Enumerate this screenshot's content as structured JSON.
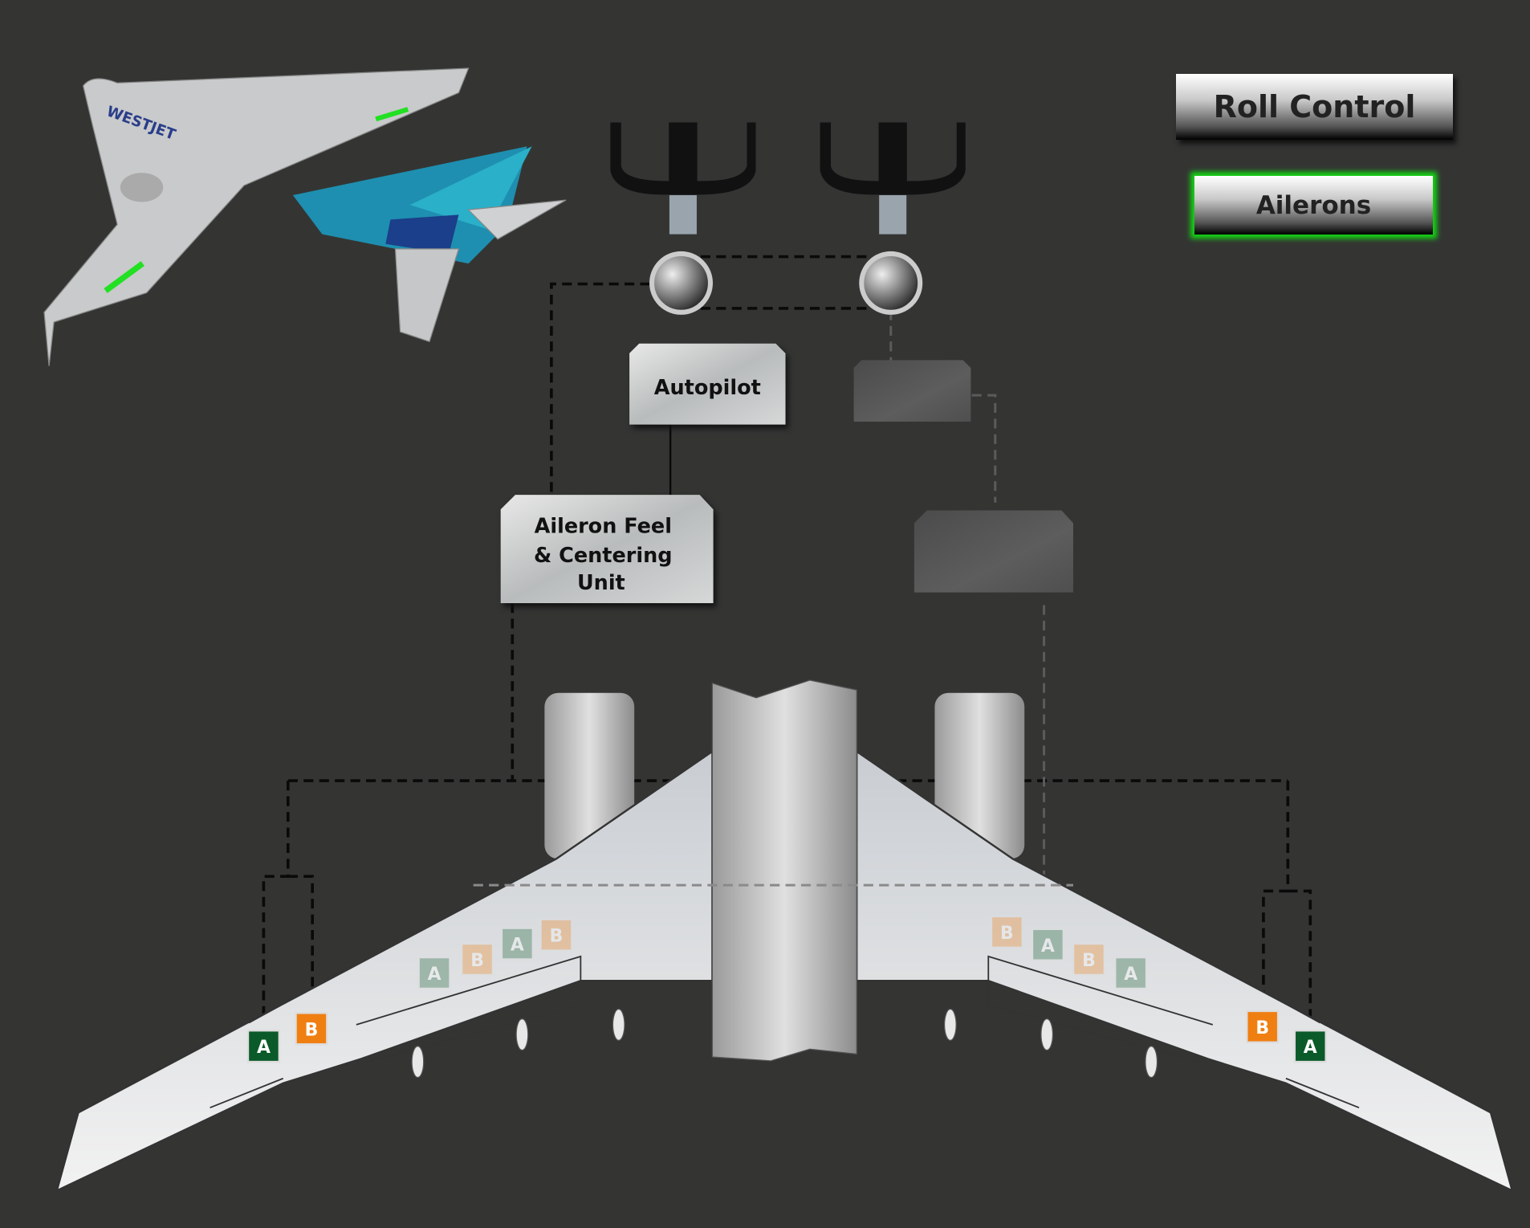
{
  "buttons": {
    "roll_control": "Roll Control",
    "ailerons": "Ailerons"
  },
  "boxes": {
    "autopilot": "Autopilot",
    "feel_unit_lines": [
      "Aileron Feel",
      "& Centering",
      "Unit"
    ]
  },
  "aircraft_livery": "WESTJET",
  "hydraulics": {
    "a": "A",
    "b": "B"
  },
  "colors": {
    "background": "#343533",
    "system_a": "#0b5a2a",
    "system_b": "#f07f12",
    "active_glow": "#14d414"
  }
}
